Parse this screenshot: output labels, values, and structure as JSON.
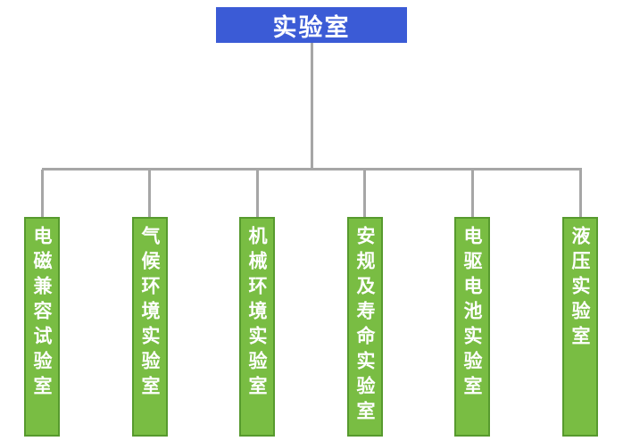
{
  "diagram": {
    "type": "org-chart",
    "root": {
      "label": "实验室"
    },
    "children": [
      {
        "label": "电磁兼容试验室"
      },
      {
        "label": "气候环境实验室"
      },
      {
        "label": "机械环境实验室"
      },
      {
        "label": "安规及寿命实验室"
      },
      {
        "label": "电驱电池实验室"
      },
      {
        "label": "液压实验室"
      }
    ],
    "colors": {
      "root_fill": "#3b5bd6",
      "child_fill": "#79bd43",
      "child_border": "#579a2e",
      "connector": "#a6a6a6",
      "text": "#ffffff",
      "background": "#ffffff"
    }
  }
}
